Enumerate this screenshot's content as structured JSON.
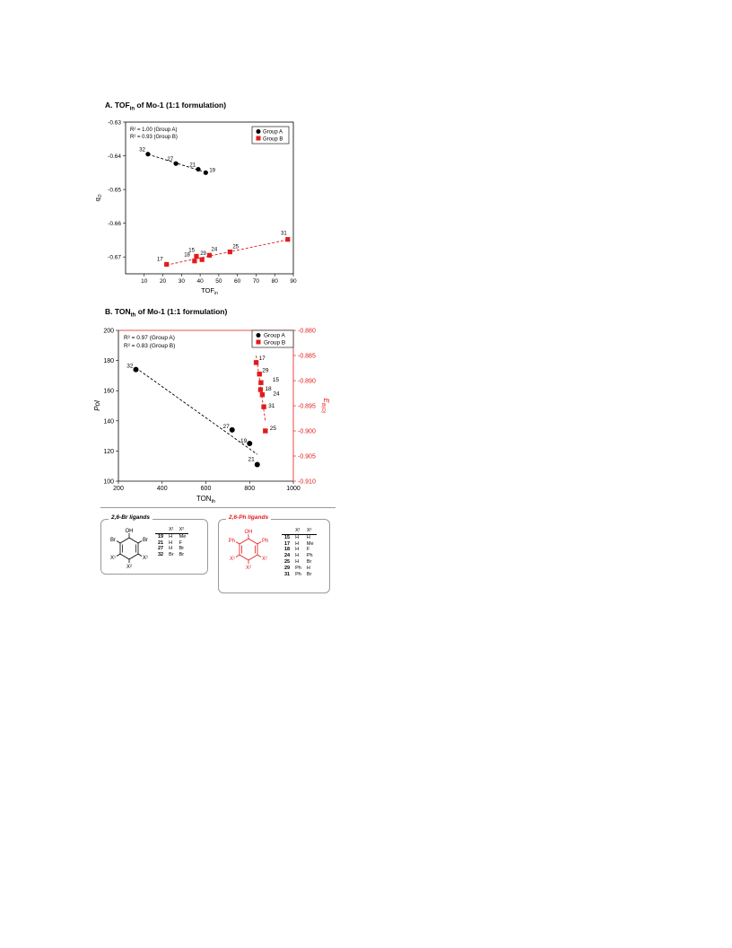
{
  "panel_a": {
    "title_prefix": "A. TOF",
    "title_sub": "in",
    "title_suffix": " of Mo-1 (1:1 formulation)"
  },
  "panel_b": {
    "title_prefix": "B. TON",
    "title_sub": "th",
    "title_suffix": " of Mo-1 (1:1 formulation)"
  },
  "chart_data": [
    {
      "type": "scatter",
      "xlabel": "TOF",
      "xlabel_sub": "in",
      "ylabel": "q",
      "ylabel_sub": "O",
      "xlim": [
        0,
        90
      ],
      "ylim": [
        -0.675,
        -0.63
      ],
      "xticks": [
        10,
        20,
        30,
        40,
        50,
        60,
        70,
        80,
        90
      ],
      "yticks": [
        -0.67,
        -0.66,
        -0.65,
        -0.64,
        -0.63
      ],
      "ytick_labels": [
        "-0.67",
        "-0.66",
        "-0.65",
        "-0.64",
        "-0.63"
      ],
      "r2_text": [
        "R² = 1.00 (Group A)",
        "R² = 0.93 (Group B)"
      ],
      "legend_position": "top-right",
      "series": [
        {
          "name": "Group A",
          "color": "#000000",
          "marker": "circle",
          "points": [
            {
              "label": "32",
              "x": 12,
              "y": -0.6395
            },
            {
              "label": "27",
              "x": 27,
              "y": -0.6423
            },
            {
              "label": "21",
              "x": 39,
              "y": -0.644
            },
            {
              "label": "19",
              "x": 43,
              "y": -0.645
            }
          ]
        },
        {
          "name": "Group B",
          "color": "#e31a1c",
          "marker": "square",
          "points": [
            {
              "label": "17",
              "x": 22,
              "y": -0.6722
            },
            {
              "label": "18",
              "x": 37,
              "y": -0.6712
            },
            {
              "label": "15",
              "x": 38,
              "y": -0.6698
            },
            {
              "label": "29",
              "x": 41,
              "y": -0.6708
            },
            {
              "label": "24",
              "x": 45,
              "y": -0.6695
            },
            {
              "label": "25",
              "x": 56,
              "y": -0.6685
            },
            {
              "label": "31",
              "x": 87,
              "y": -0.6648
            }
          ]
        }
      ]
    },
    {
      "type": "scatter",
      "xlabel": "TON",
      "xlabel_sub": "th",
      "ylabel": "Pol",
      "y2label": "E",
      "y2label_sub": "B(O)",
      "xlim": [
        200,
        1000
      ],
      "ylim": [
        100,
        200
      ],
      "y2lim": [
        -0.91,
        -0.88
      ],
      "xticks": [
        200,
        400,
        600,
        800,
        1000
      ],
      "yticks": [
        100,
        120,
        140,
        160,
        180,
        200
      ],
      "y2ticks": [
        -0.88,
        -0.885,
        -0.89,
        -0.895,
        -0.9,
        -0.905,
        -0.91
      ],
      "y2tick_labels": [
        "-0.880",
        "-0.885",
        "-0.890",
        "-0.895",
        "-0.900",
        "-0.905",
        "-0.910"
      ],
      "r2_text": [
        "R² = 0.97 (Group A)",
        "R² = 0.83 (Group B)"
      ],
      "legend_position": "top-right",
      "series": [
        {
          "name": "Group A",
          "color": "#000000",
          "marker": "circle",
          "axis": "left",
          "points": [
            {
              "label": "32",
              "x": 280,
              "y": 174
            },
            {
              "label": "27",
              "x": 720,
              "y": 134
            },
            {
              "label": "19",
              "x": 800,
              "y": 125
            },
            {
              "label": "21",
              "x": 835,
              "y": 111
            }
          ]
        },
        {
          "name": "Group B",
          "color": "#e31a1c",
          "marker": "square",
          "axis": "right",
          "points": [
            {
              "label": "17",
              "x": 830,
              "y": -0.8864
            },
            {
              "label": "29",
              "x": 845,
              "y": -0.8887
            },
            {
              "label": "15",
              "x": 852,
              "y": -0.8904
            },
            {
              "label": "18",
              "x": 850,
              "y": -0.8918
            },
            {
              "label": "24",
              "x": 858,
              "y": -0.8928
            },
            {
              "label": "31",
              "x": 865,
              "y": -0.8952
            },
            {
              "label": "25",
              "x": 872,
              "y": -0.9
            }
          ]
        }
      ]
    }
  ],
  "ligands_br": {
    "title": "2,6-Br ligands",
    "header": [
      "X¹",
      "X²"
    ],
    "rows": [
      {
        "num": "19",
        "x1": "H",
        "x2": "Me"
      },
      {
        "num": "21",
        "x1": "H",
        "x2": "F"
      },
      {
        "num": "27",
        "x1": "H",
        "x2": "Br"
      },
      {
        "num": "32",
        "x1": "Br",
        "x2": "Br"
      }
    ],
    "structure_labels": {
      "oh": "OH",
      "left": "Br",
      "right": "Br",
      "x1_left": "X¹",
      "x1_right": "X¹",
      "x2": "X²"
    }
  },
  "ligands_ph": {
    "title": "2,6-Ph ligands",
    "header": [
      "X¹",
      "X²"
    ],
    "rows": [
      {
        "num": "15",
        "x1": "H",
        "x2": "H"
      },
      {
        "num": "17",
        "x1": "H",
        "x2": "Me"
      },
      {
        "num": "18",
        "x1": "H",
        "x2": "F"
      },
      {
        "num": "24",
        "x1": "H",
        "x2": "Ph"
      },
      {
        "num": "25",
        "x1": "H",
        "x2": "Br"
      },
      {
        "num": "29",
        "x1": "Ph",
        "x2": "H"
      },
      {
        "num": "31",
        "x1": "Ph",
        "x2": "Br"
      }
    ],
    "structure_labels": {
      "oh": "OH",
      "left": "Ph",
      "right": "Ph",
      "x1_left": "X¹",
      "x1_right": "X¹",
      "x2": "X²"
    },
    "color": "#e31a1c"
  }
}
